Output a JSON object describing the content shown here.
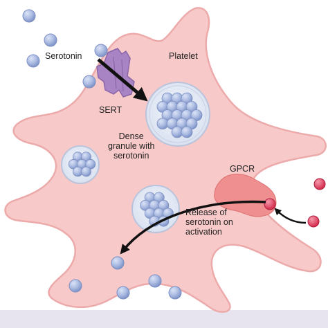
{
  "labels": {
    "serotonin": "Serotonin",
    "platelet": "Platelet",
    "sert": "SERT",
    "dense_granule": "Dense\ngranule with\nserotonin",
    "gpcr": "GPCR",
    "release": "Release of\nserotonin on\nactivation"
  },
  "colors": {
    "platelet_fill": "#f7c9c9",
    "platelet_stroke": "#ecaaaa",
    "serotonin_molecule": "#a9b9e0",
    "sert_transporter": "#a884c4",
    "gpcr_receptor": "#f08f8f",
    "agonist_molecule": "#e23a5a",
    "arrow": "#111111",
    "footer_band": "#e7e4ef"
  },
  "icons": {
    "serotonin": "blue-sphere",
    "granule": "vesicle-with-spheres",
    "sert": "transmembrane-transporter",
    "gpcr": "receptor-blob",
    "agonist": "red-sphere"
  }
}
